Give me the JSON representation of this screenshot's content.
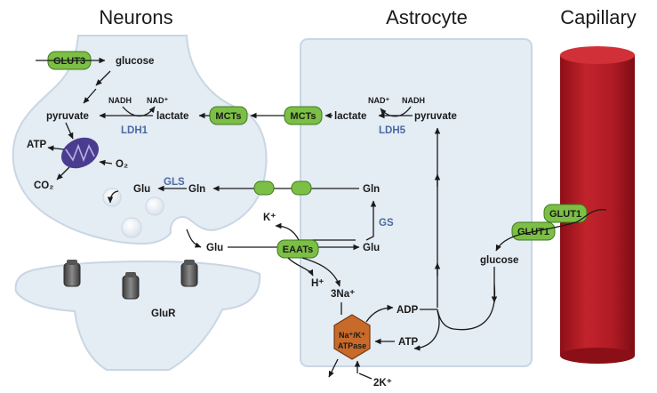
{
  "headers": {
    "neurons": "Neurons",
    "astrocyte": "Astrocyte",
    "capillary": "Capillary"
  },
  "transporters": {
    "glut3": "GLUT3",
    "mcts_neuron": "MCTs",
    "mcts_astro": "MCTs",
    "eaats": "EAATs",
    "glut1_a": "GLUT1",
    "glut1_b": "GLUT1",
    "atpase_l1": "Na⁺/K⁺",
    "atpase_l2": "ATPase"
  },
  "enzymes": {
    "ldh1": "LDH1",
    "ldh5": "LDH5",
    "gls": "GLS",
    "gs": "GS"
  },
  "labels": {
    "glucose_neuron": "glucose",
    "pyruvate_neuron": "pyruvate",
    "lactate_neuron": "lactate",
    "nadh_neuron": "NADH",
    "nadp_neuron": "NAD⁺",
    "atp_neuron": "ATP",
    "o2": "O₂",
    "co2": "CO₂",
    "glu_neuron": "Glu",
    "gln_neuron": "Gln",
    "glu_cleft": "Glu",
    "glur": "GluR",
    "lactate_astro": "lactate",
    "pyruvate_astro": "pyruvate",
    "nadp_astro": "NAD⁺",
    "nadh_astro": "NADH",
    "gln_astro": "Gln",
    "glu_astro": "Glu",
    "k_plus": "K⁺",
    "h_plus": "H⁺",
    "na3": "3Na⁺",
    "adp": "ADP",
    "atp_astro": "ATP",
    "k2": "2K⁺",
    "glucose_astro": "glucose"
  },
  "colors": {
    "transporter_fill": "#7cbf45",
    "transporter_stroke": "#3f7a20",
    "enzyme_text": "#4a6aa0",
    "membrane_fill": "#e4ecf4",
    "membrane_stroke": "#c9d6e4",
    "capillary_red": "#b31b24",
    "mitochondrion": "#4a3d8f",
    "atpase_orange": "#c86a2a"
  }
}
